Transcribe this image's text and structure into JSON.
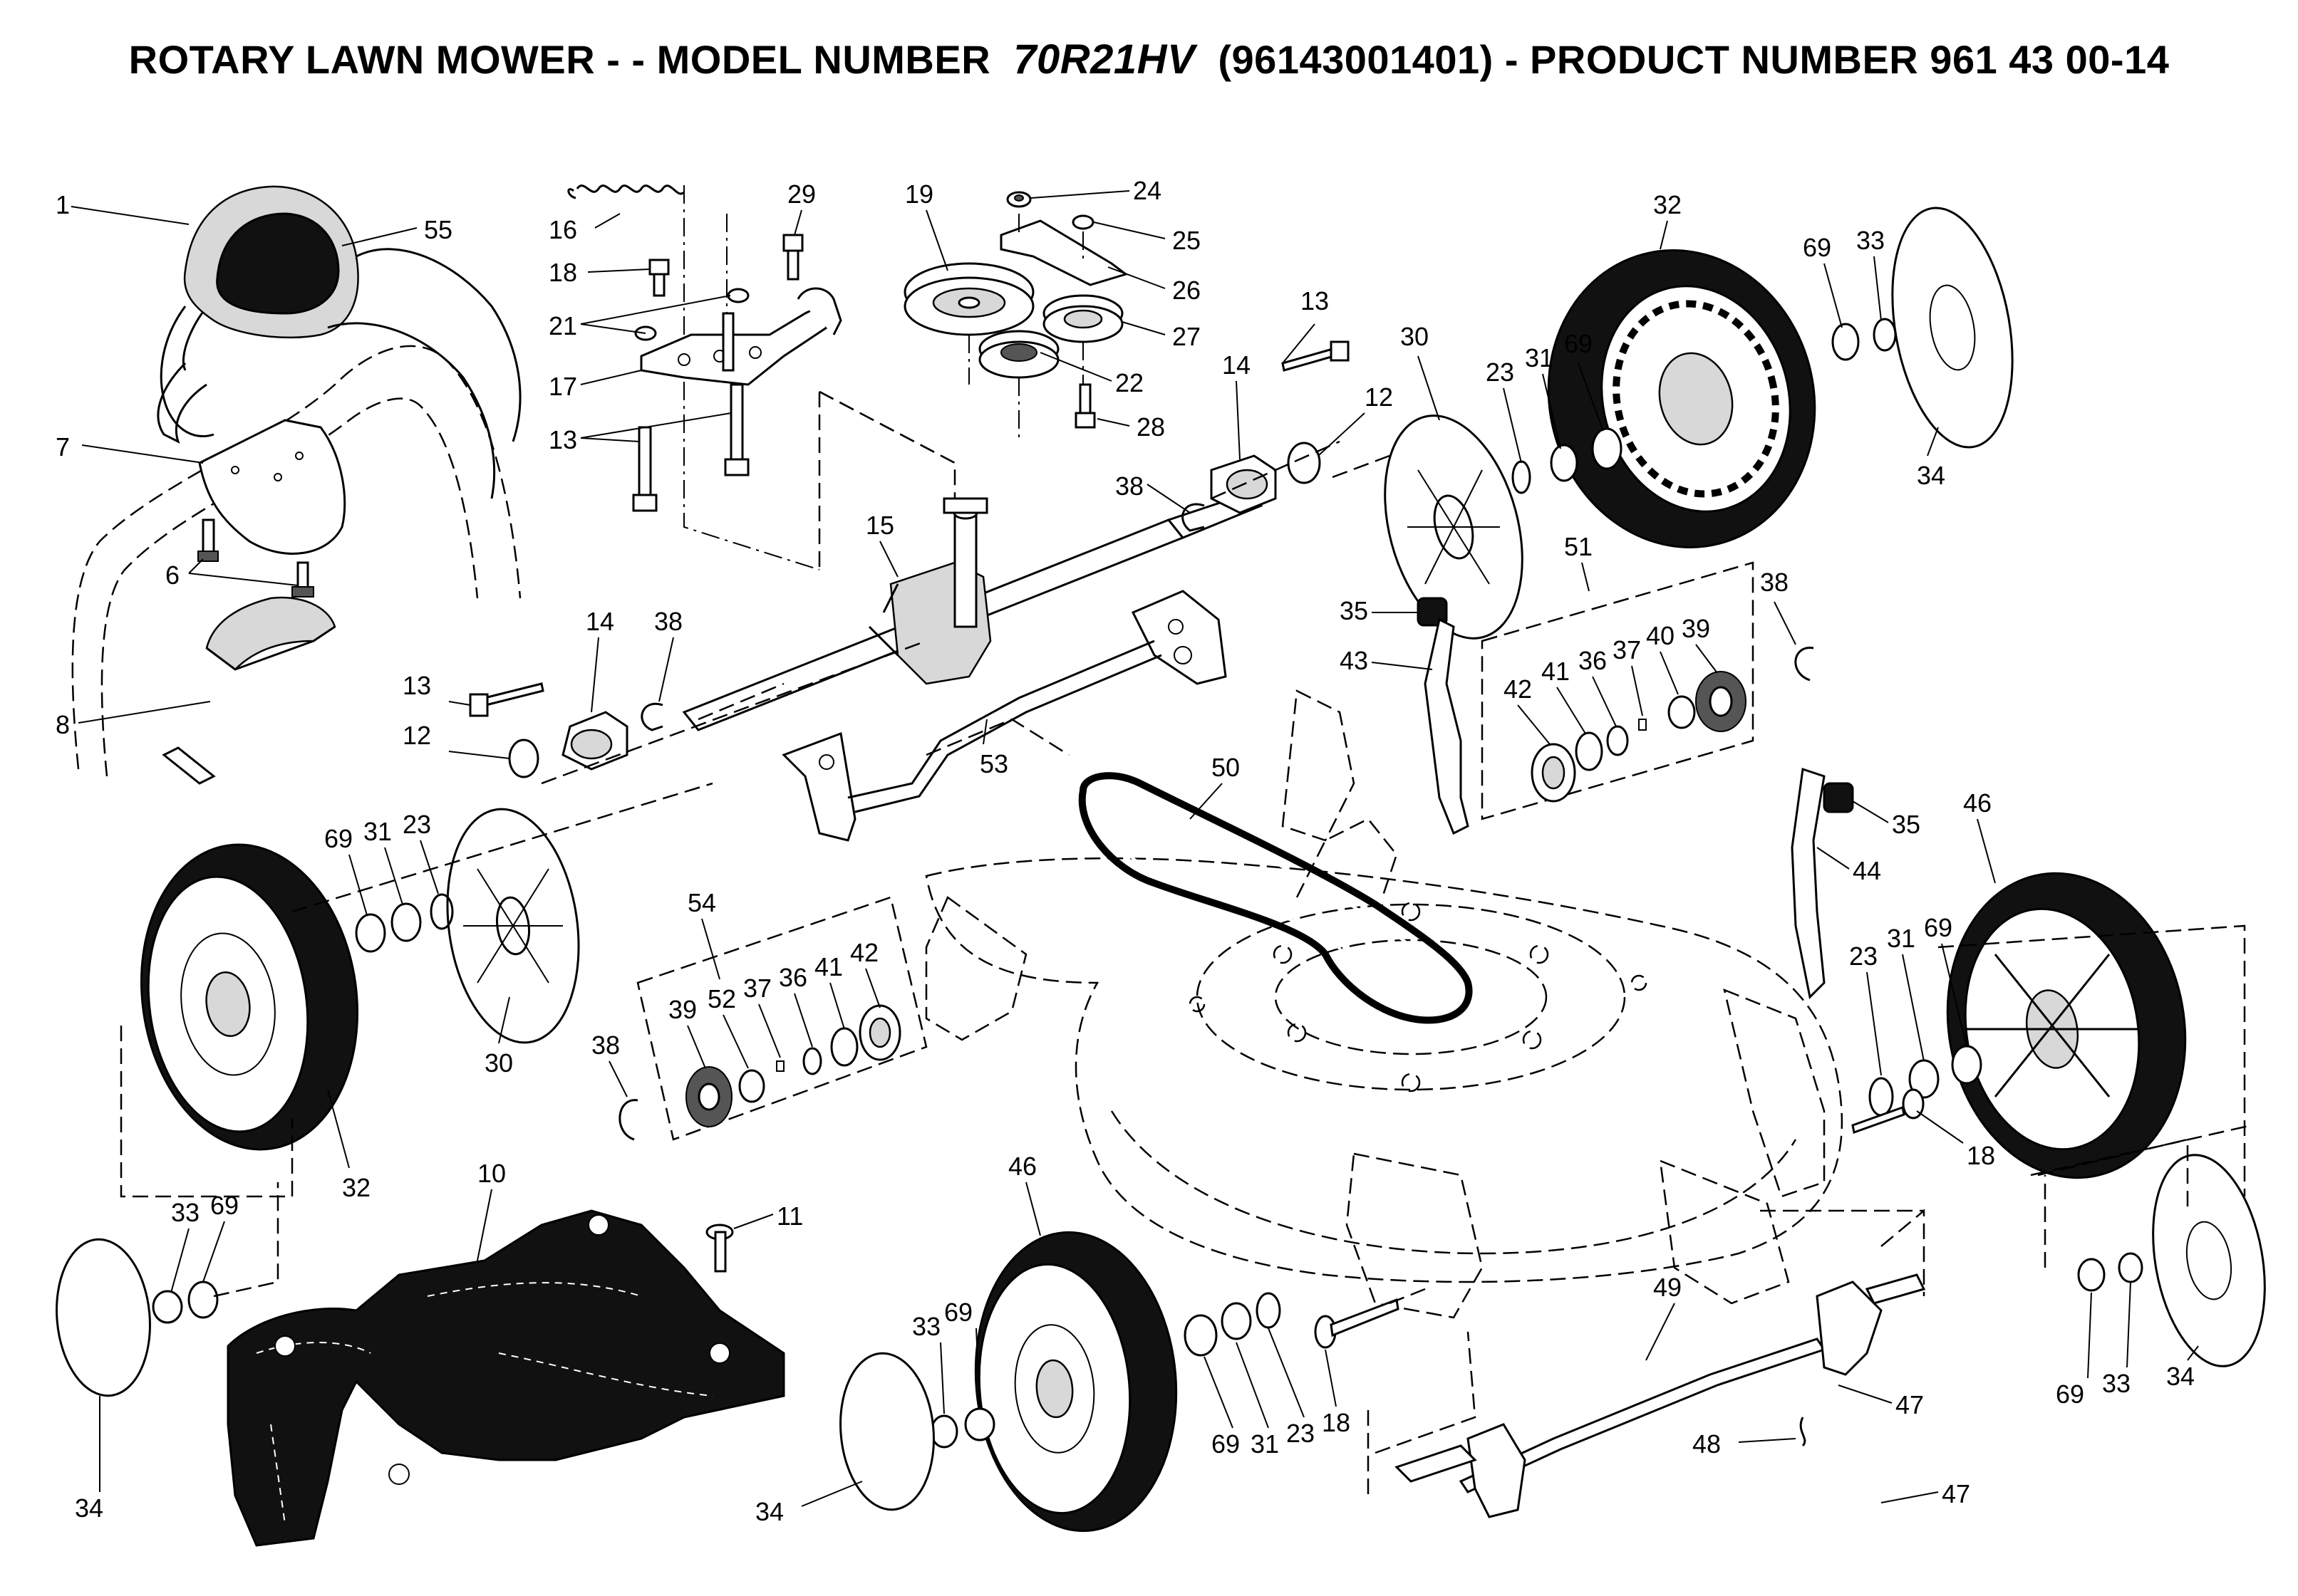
{
  "title": {
    "prefix": "ROTARY LAWN MOWER - - MODEL NUMBER",
    "model": "70R21HV",
    "suffix": "(96143001401) - PRODUCT NUMBER 961 43 00-14"
  },
  "callouts": [
    {
      "id": "c1",
      "text": "1"
    },
    {
      "id": "c55",
      "text": "55"
    },
    {
      "id": "c7",
      "text": "7"
    },
    {
      "id": "c6",
      "text": "6"
    },
    {
      "id": "c8",
      "text": "8"
    },
    {
      "id": "c16",
      "text": "16"
    },
    {
      "id": "c18a",
      "text": "18"
    },
    {
      "id": "c21",
      "text": "21"
    },
    {
      "id": "c17",
      "text": "17"
    },
    {
      "id": "c13a",
      "text": "13"
    },
    {
      "id": "c29",
      "text": "29"
    },
    {
      "id": "c19",
      "text": "19"
    },
    {
      "id": "c24",
      "text": "24"
    },
    {
      "id": "c25",
      "text": "25"
    },
    {
      "id": "c26",
      "text": "26"
    },
    {
      "id": "c27",
      "text": "27"
    },
    {
      "id": "c22",
      "text": "22"
    },
    {
      "id": "c28",
      "text": "28"
    },
    {
      "id": "c13b",
      "text": "13"
    },
    {
      "id": "c14a",
      "text": "14"
    },
    {
      "id": "c12a",
      "text": "12"
    },
    {
      "id": "c38a",
      "text": "38"
    },
    {
      "id": "c15",
      "text": "15"
    },
    {
      "id": "c30a",
      "text": "30"
    },
    {
      "id": "c23a",
      "text": "23"
    },
    {
      "id": "c31a",
      "text": "31"
    },
    {
      "id": "c69a",
      "text": "69"
    },
    {
      "id": "c32a",
      "text": "32"
    },
    {
      "id": "c69b",
      "text": "69"
    },
    {
      "id": "c33a",
      "text": "33"
    },
    {
      "id": "c34a",
      "text": "34"
    },
    {
      "id": "c13c",
      "text": "13"
    },
    {
      "id": "c14b",
      "text": "14"
    },
    {
      "id": "c38b",
      "text": "38"
    },
    {
      "id": "c12b",
      "text": "12"
    },
    {
      "id": "c35a",
      "text": "35"
    },
    {
      "id": "c43",
      "text": "43"
    },
    {
      "id": "c51",
      "text": "51"
    },
    {
      "id": "c38c",
      "text": "38"
    },
    {
      "id": "c42a",
      "text": "42"
    },
    {
      "id": "c41a",
      "text": "41"
    },
    {
      "id": "c36a",
      "text": "36"
    },
    {
      "id": "c37a",
      "text": "37"
    },
    {
      "id": "c40",
      "text": "40"
    },
    {
      "id": "c39a",
      "text": "39"
    },
    {
      "id": "c53",
      "text": "53"
    },
    {
      "id": "c50",
      "text": "50"
    },
    {
      "id": "c69c",
      "text": "69"
    },
    {
      "id": "c31b",
      "text": "31"
    },
    {
      "id": "c23b",
      "text": "23"
    },
    {
      "id": "c30b",
      "text": "30"
    },
    {
      "id": "c32b",
      "text": "32"
    },
    {
      "id": "c54",
      "text": "54"
    },
    {
      "id": "c38d",
      "text": "38"
    },
    {
      "id": "c39b",
      "text": "39"
    },
    {
      "id": "c52",
      "text": "52"
    },
    {
      "id": "c37b",
      "text": "37"
    },
    {
      "id": "c36b",
      "text": "36"
    },
    {
      "id": "c41b",
      "text": "41"
    },
    {
      "id": "c42b",
      "text": "42"
    },
    {
      "id": "c35b",
      "text": "35"
    },
    {
      "id": "c44",
      "text": "44"
    },
    {
      "id": "c46a",
      "text": "46"
    },
    {
      "id": "c23c",
      "text": "23"
    },
    {
      "id": "c31c",
      "text": "31"
    },
    {
      "id": "c69d",
      "text": "69"
    },
    {
      "id": "c18b",
      "text": "18"
    },
    {
      "id": "c33b",
      "text": "33"
    },
    {
      "id": "c69e",
      "text": "69"
    },
    {
      "id": "c10",
      "text": "10"
    },
    {
      "id": "c11",
      "text": "11"
    },
    {
      "id": "c34b",
      "text": "34"
    },
    {
      "id": "c46b",
      "text": "46"
    },
    {
      "id": "c33c",
      "text": "33"
    },
    {
      "id": "c69f",
      "text": "69"
    },
    {
      "id": "c34c",
      "text": "34"
    },
    {
      "id": "c69g",
      "text": "69"
    },
    {
      "id": "c31d",
      "text": "31"
    },
    {
      "id": "c23d",
      "text": "23"
    },
    {
      "id": "c18c",
      "text": "18"
    },
    {
      "id": "c49",
      "text": "49"
    },
    {
      "id": "c47a",
      "text": "47"
    },
    {
      "id": "c48",
      "text": "48"
    },
    {
      "id": "c47b",
      "text": "47"
    },
    {
      "id": "c69h",
      "text": "69"
    },
    {
      "id": "c33d",
      "text": "33"
    },
    {
      "id": "c34d",
      "text": "34"
    }
  ]
}
